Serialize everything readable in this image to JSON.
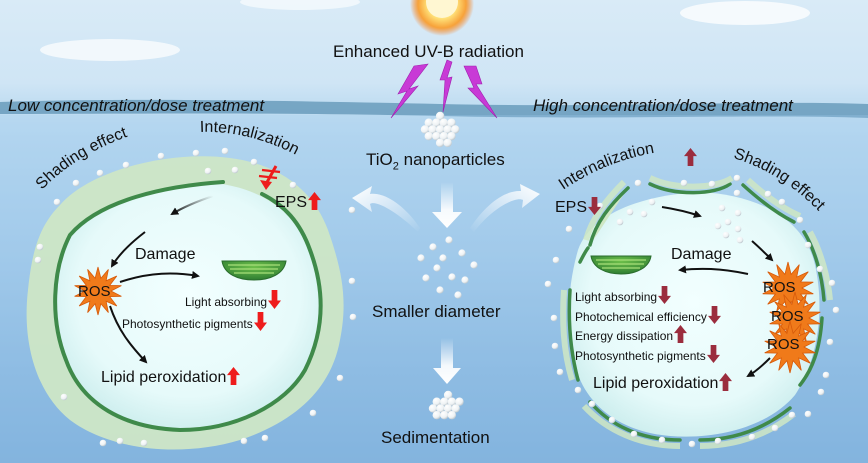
{
  "title": "Effects of TiO2 nanoparticles under enhanced UV-B radiation on algal cells",
  "top": {
    "radiation_label": "Enhanced UV-B radiation",
    "nanoparticle_label_prefix": "TiO",
    "nanoparticle_label_sub": "2",
    "nanoparticle_label_suffix": " nanoparticles"
  },
  "center": {
    "smaller_diameter_label": "Smaller diameter",
    "sedimentation_label": "Sedimentation"
  },
  "low": {
    "heading": "Low concentration/dose treatment",
    "shading_effect": "Shading effect",
    "internalization": "Internalization",
    "internalization_status": "blocked",
    "eps_label": "EPS",
    "eps_trend": "up",
    "damage_label": "Damage",
    "ros_label": "ROS",
    "effects": [
      {
        "label": "Light absorbing",
        "trend": "down"
      },
      {
        "label": "Photosynthetic pigments",
        "trend": "down"
      }
    ],
    "lipid_label": "Lipid peroxidation",
    "lipid_trend": "up",
    "arrow_color": "#ee1c1c"
  },
  "high": {
    "heading": "High concentration/dose treatment",
    "shading_effect": "Shading effect",
    "internalization": "Internalization",
    "internalization_trend": "up",
    "eps_label": "EPS",
    "eps_trend": "down",
    "damage_label": "Damage",
    "ros_labels": [
      "ROS",
      "ROS",
      "ROS"
    ],
    "effects": [
      {
        "label": "Light absorbing",
        "trend": "down"
      },
      {
        "label": "Photochemical efficiency",
        "trend": "down"
      },
      {
        "label": "Energy dissipation",
        "trend": "up"
      },
      {
        "label": "Photosynthetic pigments",
        "trend": "down"
      }
    ],
    "lipid_label": "Lipid peroxidation",
    "lipid_trend": "up",
    "arrow_color": "#9b2d3e"
  },
  "colors": {
    "uv_bolt": "#c83ad6",
    "cell_wall": "#3f8a4a",
    "eps_layer": "#cfe8c8",
    "cytoplasm": "#e9fbfb",
    "ros_fill": "#f07a1a",
    "sun_core": "#fff6c8",
    "sun_glow": "#f5882a"
  }
}
